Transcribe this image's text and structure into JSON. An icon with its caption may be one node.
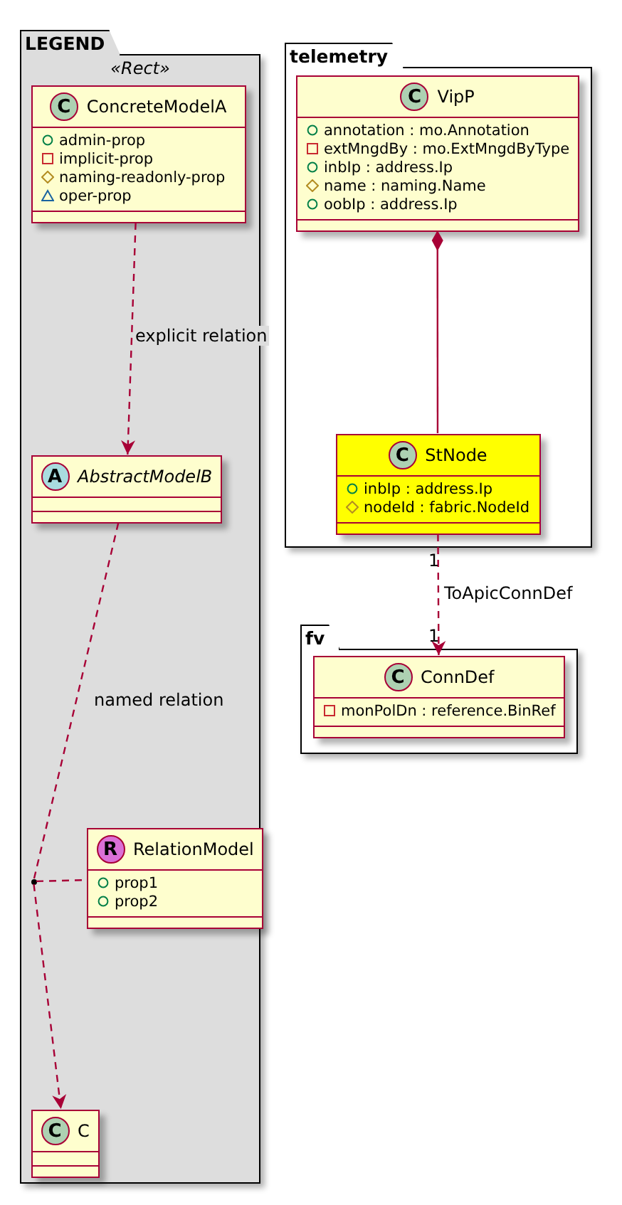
{
  "diagram": {
    "nodes": [
      {
        "text": [
          "LEGEND",
          "«Rect»"
        ]
      },
      {
        "text": [
          "C",
          "ConcreteModelA",
          "admin-prop",
          "implicit-prop",
          "naming-readonly-prop",
          "oper-prop"
        ],
        "in": 0
      },
      {
        "text": [
          "A",
          "AbstractModelB"
        ],
        "in": 0
      },
      {
        "text": [
          "R",
          "RelationModel",
          "prop1",
          "prop2"
        ],
        "in": 0
      },
      {
        "text": [],
        "shape": "circle",
        "in": 0
      },
      {
        "text": [
          "C",
          "C"
        ],
        "in": 0
      },
      {
        "text": [
          "telemetry"
        ]
      },
      {
        "text": [
          "C",
          "VipP",
          "annotation : mo.Annotation",
          "extMngdBy : mo.ExtMngdByType",
          "inbIp : address.Ip",
          "name : naming.Name",
          "oobIp : address.Ip"
        ],
        "in": 6
      },
      {
        "text": [
          "C",
          "StNode",
          "inbIp : address.Ip",
          "nodeId : fabric.NodeId"
        ],
        "in": 6
      },
      {
        "text": [
          "fv"
        ]
      },
      {
        "text": [
          "C",
          "ConnDef",
          "monPolDn : reference.BinRef"
        ],
        "in": 9
      }
    ],
    "edges": [
      {
        "from": 1,
        "to": 2,
        "arrow": "to",
        "style": "dashed",
        "label": "explicit relation"
      },
      {
        "from": 2,
        "to": 4,
        "arrow": "none",
        "style": "dashed",
        "label": "named relation"
      },
      {
        "from": 4,
        "to": 5,
        "arrow": "to",
        "style": "dashed"
      },
      {
        "from": 4,
        "to": 3,
        "arrow": "none",
        "style": "dashed"
      },
      {
        "from": 7,
        "to": 8,
        "arrow": "other"
      },
      {
        "from": 8,
        "to": 10,
        "arrow": "to",
        "style": "dashed",
        "label": "ToApicConnDef"
      }
    ],
    "labels": [
      "1",
      "1"
    ]
  }
}
